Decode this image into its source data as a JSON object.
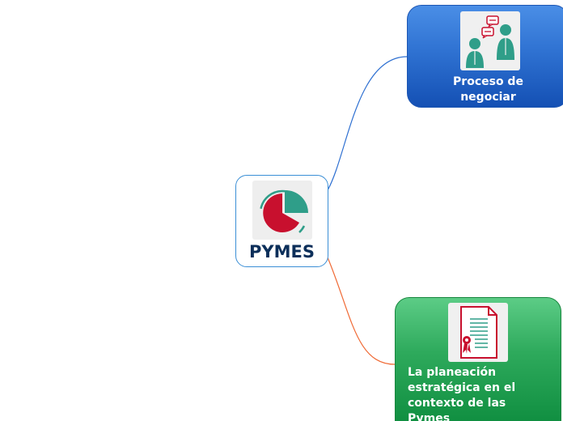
{
  "central_topic": {
    "label": "PYMES",
    "icon": "pie-chart-icon"
  },
  "branches": [
    {
      "label": "Proceso de negociar",
      "icon": "conversation-people-icon",
      "color": "#1f63c8",
      "line_color": "#2d6fd1"
    },
    {
      "label": "La planeación estratégica en el contexto de las Pymes",
      "icon": "certificate-document-icon",
      "color": "#1f9a4e",
      "line_color": "#f06a35"
    }
  ],
  "colors": {
    "icon_red": "#c8102e",
    "icon_teal": "#2f9e89",
    "central_border": "#3b8fd6",
    "central_text": "#0c2f5a"
  }
}
